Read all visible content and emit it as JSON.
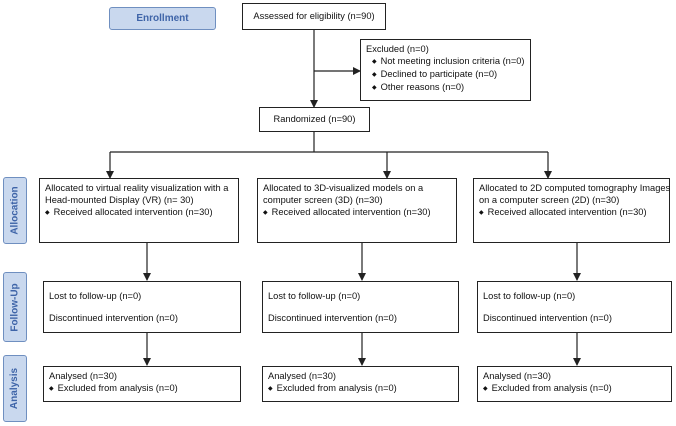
{
  "stages": {
    "enrollment": "Enrollment",
    "allocation": "Allocation",
    "follow_up": "Follow-Up",
    "analysis": "Analysis"
  },
  "assessed": "Assessed for eligibility (n=90)",
  "excluded": {
    "title": "Excluded  (n=0)",
    "items": [
      "Not meeting inclusion criteria  (n=0)",
      "Declined to participate  (n=0)",
      "Other reasons  (n=0)"
    ]
  },
  "randomized": "Randomized  (n=90)",
  "arms": [
    {
      "allocation_lines": [
        "Allocated to virtual reality visualization with a",
        "Head-mounted Display (VR)  (n= 30)"
      ],
      "received": "Received allocated intervention  (n=30)",
      "lost": "Lost to follow-up  (n=0)",
      "discontinued": "Discontinued intervention  (n=0)",
      "analysed": "Analysed  (n=30)",
      "excluded_analysis": "Excluded from analysis  (n=0)"
    },
    {
      "allocation_lines": [
        "Allocated to 3D-visualized models on a",
        "computer screen (3D)  (n=30)"
      ],
      "received": "Received allocated intervention  (n=30)",
      "lost": "Lost to follow-up  (n=0)",
      "discontinued": "Discontinued intervention  (n=0)",
      "analysed": "Analysed  (n=30)",
      "excluded_analysis": "Excluded from analysis  (n=0)"
    },
    {
      "allocation_lines": [
        "Allocated to 2D computed tomography Images",
        "on a computer screen (2D)  (n=30)"
      ],
      "received": "Received allocated intervention  (n=30)",
      "lost": "Lost to follow-up  (n=0)",
      "discontinued": "Discontinued intervention  (n=0)",
      "analysed": "Analysed  (n=30)",
      "excluded_analysis": "Excluded from analysis  (n=0)"
    }
  ],
  "colors": {
    "stage_fill": "#c9d8ee",
    "stage_border": "#6f8fc0",
    "stage_text": "#3e64a8",
    "line": "#222222"
  }
}
